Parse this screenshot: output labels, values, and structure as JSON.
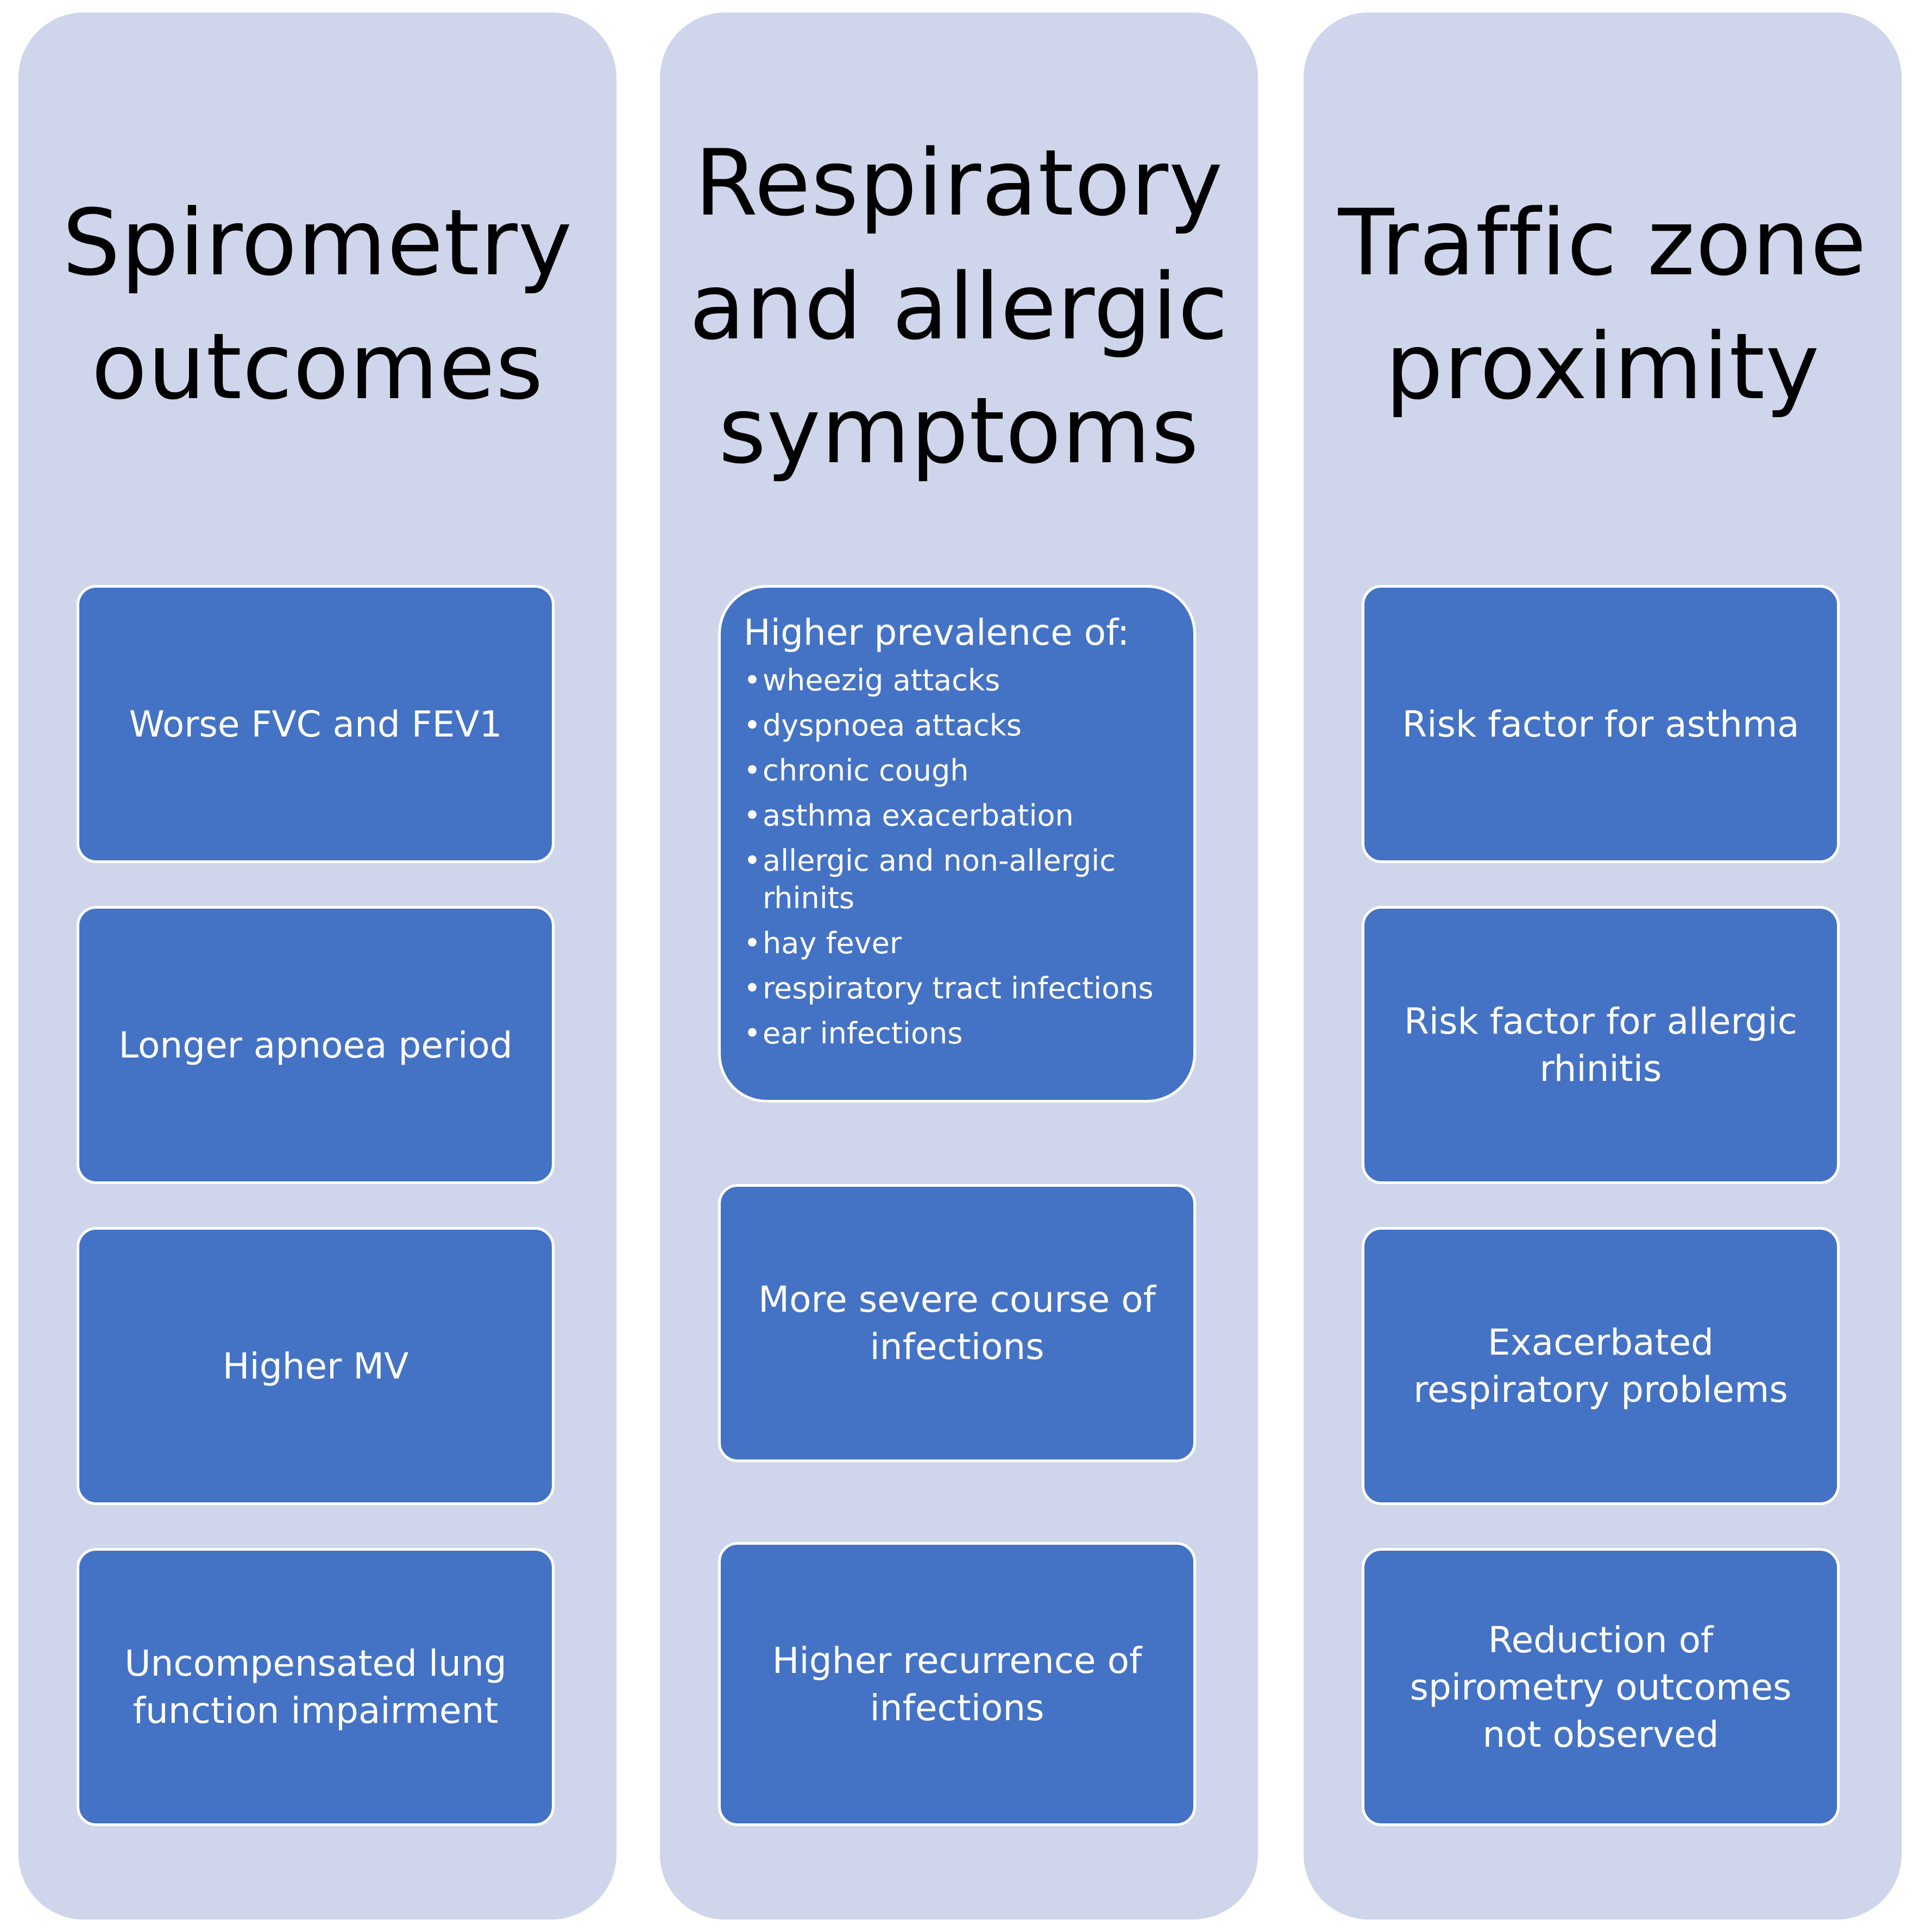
{
  "columns": [
    {
      "title_lines": [
        "Spirometry",
        "outcomes"
      ],
      "boxes": [
        "Worse FVC and FEV1",
        "Longer apnoea period",
        "Higher MV",
        "Uncompensated lung function impairment"
      ]
    },
    {
      "title_lines": [
        "Respiratory",
        "and allergic",
        "symptoms"
      ],
      "list_box": {
        "heading": "Higher prevalence of:",
        "items": [
          "wheezig attacks",
          "dyspnoea attacks",
          "chronic cough",
          "asthma exacerbation",
          "allergic and non-allergic rhinits",
          "hay fever",
          "respiratory tract infections",
          "ear infections"
        ]
      },
      "boxes": [
        "More severe course of infections",
        "Higher recurrence of infections"
      ]
    },
    {
      "title_lines": [
        "Traffic zone",
        "proximity"
      ],
      "boxes": [
        "Risk factor for asthma",
        "Risk factor for allergic rhinitis",
        "Exacerbated respiratory problems",
        "Reduction of spirometry outcomes not observed"
      ]
    }
  ],
  "colors": {
    "column_bg": "#cfd5ea",
    "box_fill": "#4472c4",
    "box_border": "#ffffff",
    "title_text": "#000000",
    "box_text": "#ffffff"
  }
}
